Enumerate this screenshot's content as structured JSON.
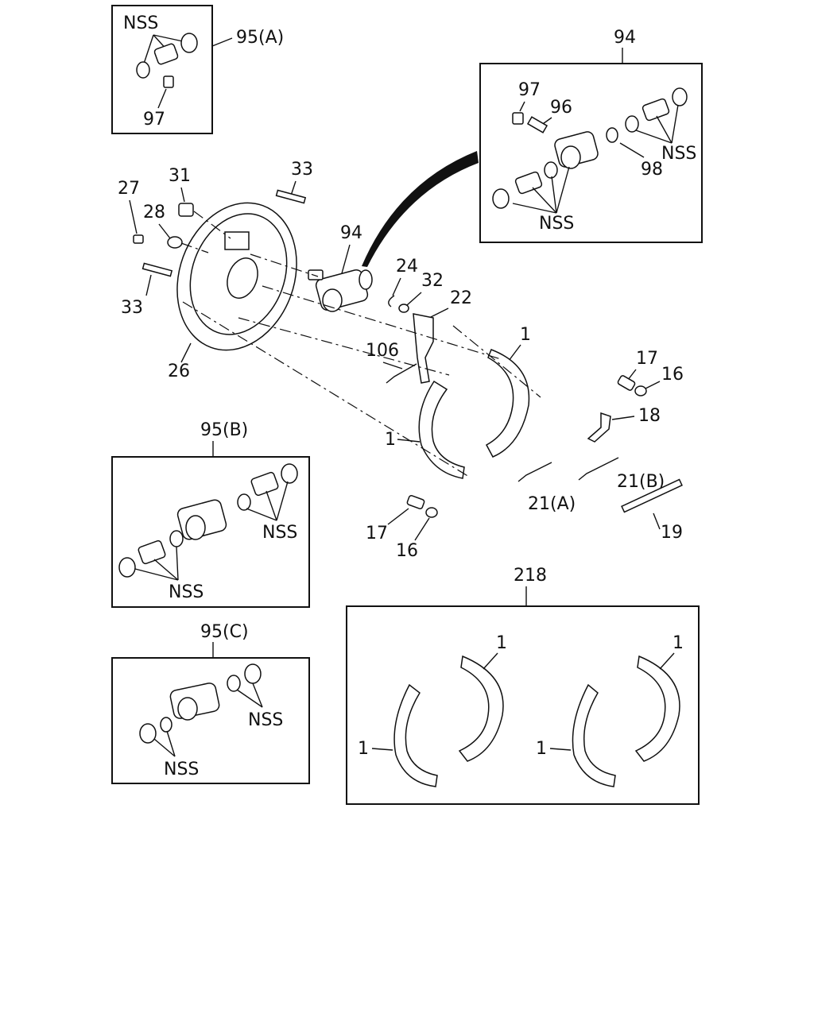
{
  "labels": {
    "l95a": "95(A)",
    "nss_a": "NSS",
    "l97_a": "97",
    "l94_top": "94",
    "l97_b": "97",
    "l96": "96",
    "l98": "98",
    "nss_b1": "NSS",
    "nss_b2": "NSS",
    "l33_top": "33",
    "l31": "31",
    "l27": "27",
    "l28": "28",
    "l33_left": "33",
    "l26": "26",
    "l94_mid": "94",
    "l24": "24",
    "l32": "32",
    "l22": "22",
    "l1_mid": "1",
    "l106": "106",
    "l17_r": "17",
    "l16_r": "16",
    "l18": "18",
    "l1_left": "1",
    "l21b": "21(B)",
    "l21a": "21(A)",
    "l19": "19",
    "l17_b": "17",
    "l16_b": "16",
    "l95b": "95(B)",
    "nss_c1": "NSS",
    "nss_c2": "NSS",
    "l95c": "95(C)",
    "nss_d1": "NSS",
    "nss_d2": "NSS",
    "l218": "218",
    "l1_k1": "1",
    "l1_k2": "1",
    "l1_k3": "1",
    "l1_k4": "1"
  }
}
